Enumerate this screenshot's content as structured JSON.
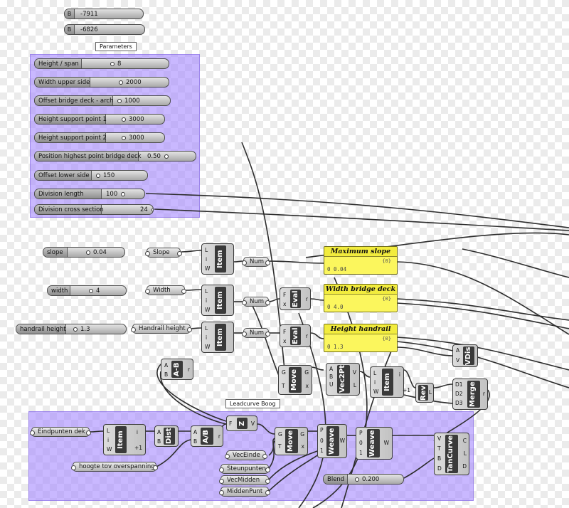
{
  "params": {
    "b1": {
      "tag": "B",
      "value": "-7911"
    },
    "b2": {
      "tag": "B",
      "value": "-6826"
    }
  },
  "groups": {
    "parameters_title": "Parameters",
    "leadcurve_title": "Leadcurve Boog"
  },
  "parameter_sliders": [
    {
      "label": "Height  / span",
      "value": "8"
    },
    {
      "label": "Width upper side",
      "value": "2000"
    },
    {
      "label": "Offset bridge deck - arch",
      "value": "1000"
    },
    {
      "label": "Height support point 1",
      "value": "3000"
    },
    {
      "label": "Height support point 2",
      "value": "3000"
    },
    {
      "label": "Position highest point bridge deck",
      "value": "0.50"
    },
    {
      "label": "Offset lower side",
      "value": "150"
    },
    {
      "label": "Division length",
      "value": "100"
    },
    {
      "label": "Division cross section",
      "value": "24"
    }
  ],
  "inputs": {
    "slope": {
      "label": "slope",
      "value": "0.04",
      "param": "Slope"
    },
    "width": {
      "label": "width",
      "value": "4",
      "param": "Width"
    },
    "handrail": {
      "label": "handrail height",
      "value": "1.3",
      "param": "Handrail height"
    },
    "blend": {
      "label": "Blend",
      "value": "0.200"
    }
  },
  "panels": [
    {
      "title": "Maximum slope",
      "index": "{0}",
      "row": "0 0.04"
    },
    {
      "title": "Width bridge deck",
      "index": "{0}",
      "row": "0 4.0"
    },
    {
      "title": "Height handrail",
      "index": "{0}",
      "row": "0 1.3"
    }
  ],
  "components": {
    "item": "Item",
    "eval": "Eval",
    "num": "Num",
    "amb": "A-B",
    "move": "Move",
    "vec2pt": "Vec2Pt",
    "rev": "Rev",
    "merge": "Merge",
    "vdis": "VDis",
    "z": "Z",
    "dist": "Dist",
    "adivb": "A/B",
    "weave": "Weave",
    "tancurve": "TanCurve"
  },
  "ports": {
    "l": "L",
    "i": "i",
    "w": "W",
    "f": "F",
    "x": "x",
    "r": "r",
    "a": "A",
    "b": "B",
    "g": "G",
    "t": "T",
    "u": "U",
    "v": "V",
    "d": "D",
    "p": "P",
    "zero": "0",
    "one": "1",
    "plus1": "+1",
    "d1": "D1",
    "d2": "D2",
    "d3": "D3",
    "c": "C"
  },
  "labels": {
    "eindpunten": "Eindpunten dek",
    "hoogte": "hoogte tov overspanning",
    "vecEinde": "VecEinde",
    "steunpunten": "Steunpunten",
    "vecMidden": "VecMidden",
    "middenPunt": "MiddenPunt"
  }
}
